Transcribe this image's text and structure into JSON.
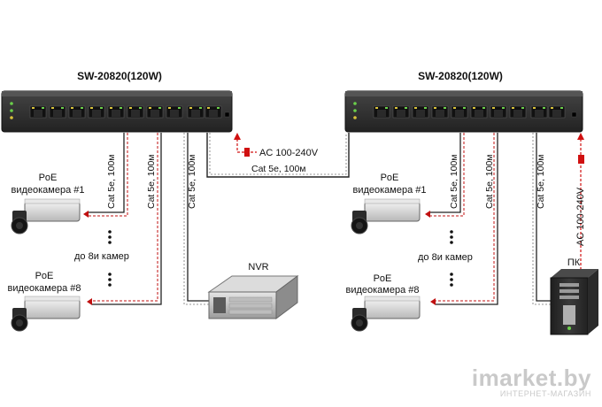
{
  "switch_left": {
    "title": "SW-20820(120W)"
  },
  "switch_right": {
    "title": "SW-20820(120W)"
  },
  "power": {
    "left": "AC 100-240V",
    "right": "AC 100-240V"
  },
  "uplink_cable": "Cat 5e, 100м",
  "cables": {
    "left_1": "Cat 5e, 100м",
    "left_2": "Cat 5e, 100м",
    "left_3": "Cat 5e, 100м",
    "right_1": "Cat 5e, 100м",
    "right_2": "Cat 5e, 100м",
    "right_3": "Cat 5e, 100м"
  },
  "cameras": {
    "left_first": {
      "line1": "PoE",
      "line2": "видеокамера #1"
    },
    "left_last": {
      "line1": "PoE",
      "line2": "видеокамера #8"
    },
    "left_between": "до 8и камер",
    "right_first": {
      "line1": "PoE",
      "line2": "видеокамера #1"
    },
    "right_last": {
      "line1": "PoE",
      "line2": "видеокамера #8"
    },
    "right_between": "до 8и камер"
  },
  "nvr": {
    "label": "NVR"
  },
  "pc": {
    "label": "ПК"
  },
  "watermark": {
    "brand": "imarket.by",
    "sub": "ИНТЕРНЕТ-МАГАЗИН"
  }
}
